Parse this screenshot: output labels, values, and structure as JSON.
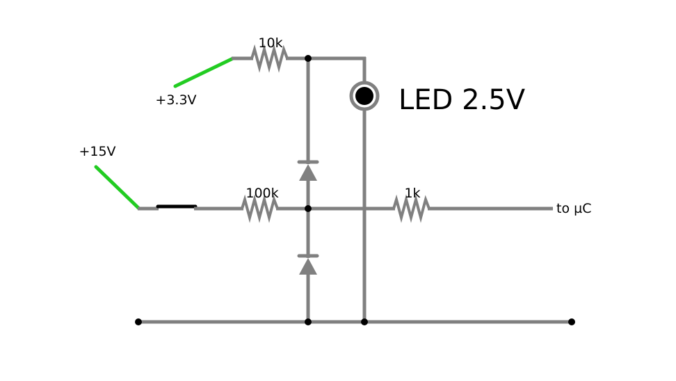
{
  "diagram": {
    "labels": {
      "supply_33": "+3.3V",
      "supply_15": "+15V",
      "r_top": "10k",
      "r_mid": "100k",
      "r_right": "1k",
      "led": "LED 2.5V",
      "output": "to µC"
    },
    "colors": {
      "wire": "#808080",
      "supply": "#22cc22",
      "switch": "#000000",
      "junction": "#000000",
      "led_body": "#000000",
      "led_ring": "#808080"
    },
    "icons": {
      "resistor": "resistor-zigzag",
      "diode": "diode-triangle-bar",
      "led": "led-circle",
      "switch": "switch-blade",
      "junction": "junction-dot"
    }
  }
}
